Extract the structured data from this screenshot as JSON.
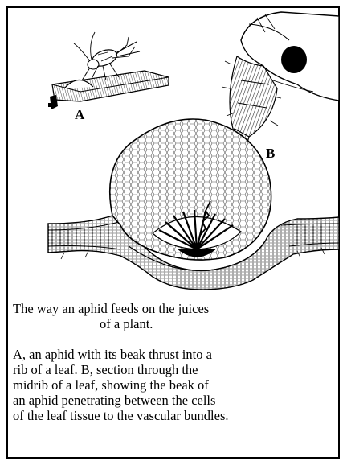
{
  "figure": {
    "label_a": "A",
    "label_b": "B",
    "caption_title_line1": "The way an aphid feeds on the juices",
    "caption_title_line2": "of a plant.",
    "caption_body_lines": [
      "A, an aphid with its beak thrust into a",
      "rib of a leaf.  B, section through the",
      "midrib of a leaf, showing the beak of",
      "an aphid penetrating between the cells",
      "of the leaf tissue to the vascular bundles."
    ]
  }
}
